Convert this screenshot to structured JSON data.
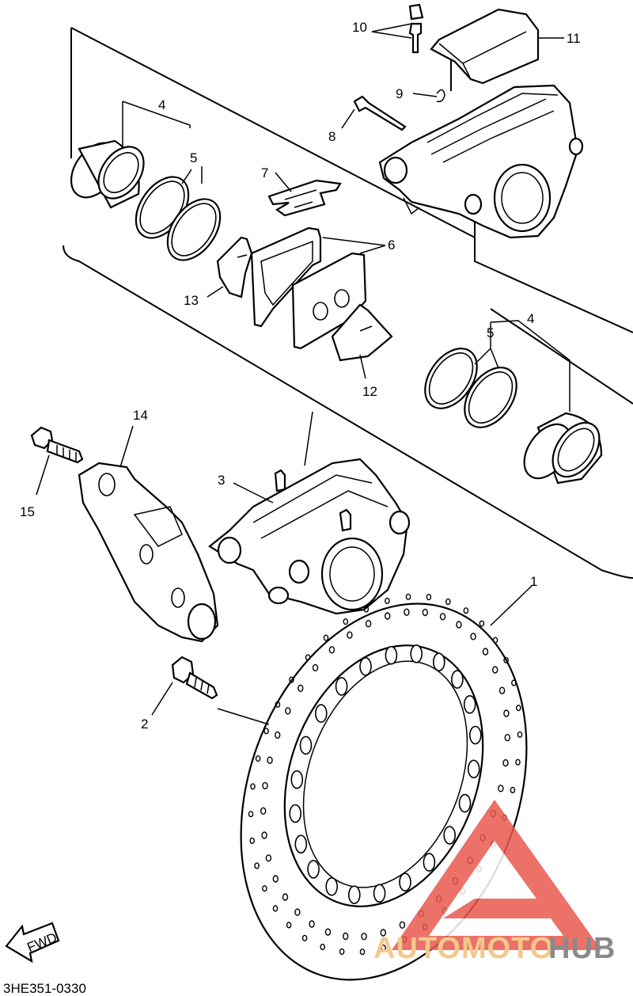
{
  "callouts": [
    "1",
    "2",
    "3",
    "4",
    "5",
    "6",
    "7",
    "8",
    "9",
    "10",
    "11",
    "12",
    "13",
    "14",
    "15"
  ],
  "diagram_code": "3HE351-0330",
  "fwd_label": "FWD",
  "watermark": {
    "part1": "AUTOMOTO",
    "part2": "HUB",
    "color_primary": "#e8594f",
    "color_gold": "#f3c98b",
    "color_gray": "#8a8a8a"
  }
}
